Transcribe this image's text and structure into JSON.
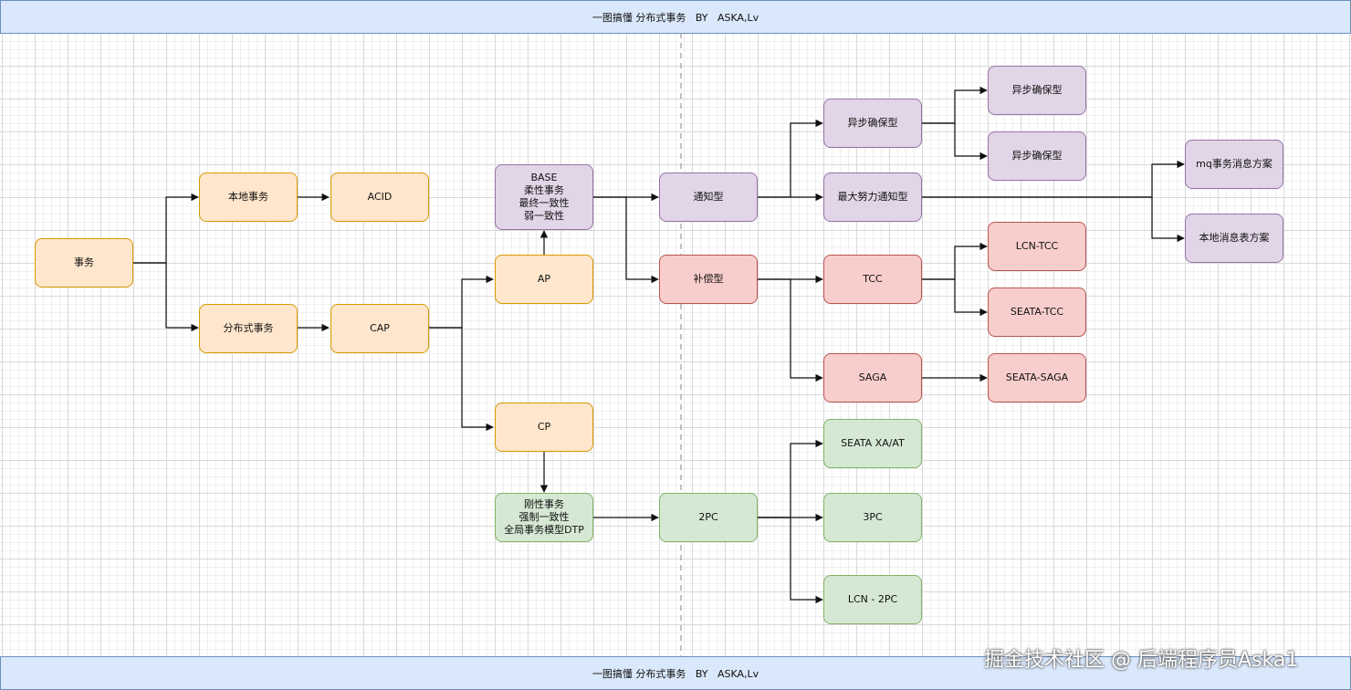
{
  "header": {
    "title": "一图搞懂 分布式事务   BY   ASKA,Lv"
  },
  "footer": {
    "title": "一图搞懂 分布式事务   BY   ASKA,Lv"
  },
  "watermark": "掘金技术社区 @ 后端程序员Aska1",
  "colors": {
    "orange_fill": "#ffe6cc",
    "orange_border": "#d79b00",
    "purple_fill": "#e1d5e7",
    "purple_border": "#9673a6",
    "red_fill": "#f8cecc",
    "red_border": "#b85450",
    "green_fill": "#d5e8d4",
    "green_border": "#82b366",
    "band_fill": "#dae8fc",
    "band_border": "#6c8ebf"
  },
  "nodes": {
    "shiwu": "事务",
    "bendi_shiwu": "本地事务",
    "acid": "ACID",
    "fenbushi_shiwu": "分布式事务",
    "cap": "CAP",
    "base": "BASE\n柔性事务\n最终一致性\n弱一致性",
    "ap": "AP",
    "cp": "CP",
    "gangxing": "刚性事务\n强制一致性\n全局事务模型DTP",
    "tongzhi": "通知型",
    "buchang": "补偿型",
    "twopc": "2PC",
    "yibu1": "异步确保型",
    "zuida": "最大努力通知型",
    "tcc": "TCC",
    "saga": "SAGA",
    "seata_xa": "SEATA XA/AT",
    "threepc": "3PC",
    "lcn_2pc": "LCN - 2PC",
    "yibu2": "异步确保型",
    "yibu3": "异步确保型",
    "lcn_tcc": "LCN-TCC",
    "seata_tcc": "SEATA-TCC",
    "seata_saga": "SEATA-SAGA",
    "mq": "mq事务消息方案",
    "bendi_xiaoxi": "本地消息表方案"
  }
}
